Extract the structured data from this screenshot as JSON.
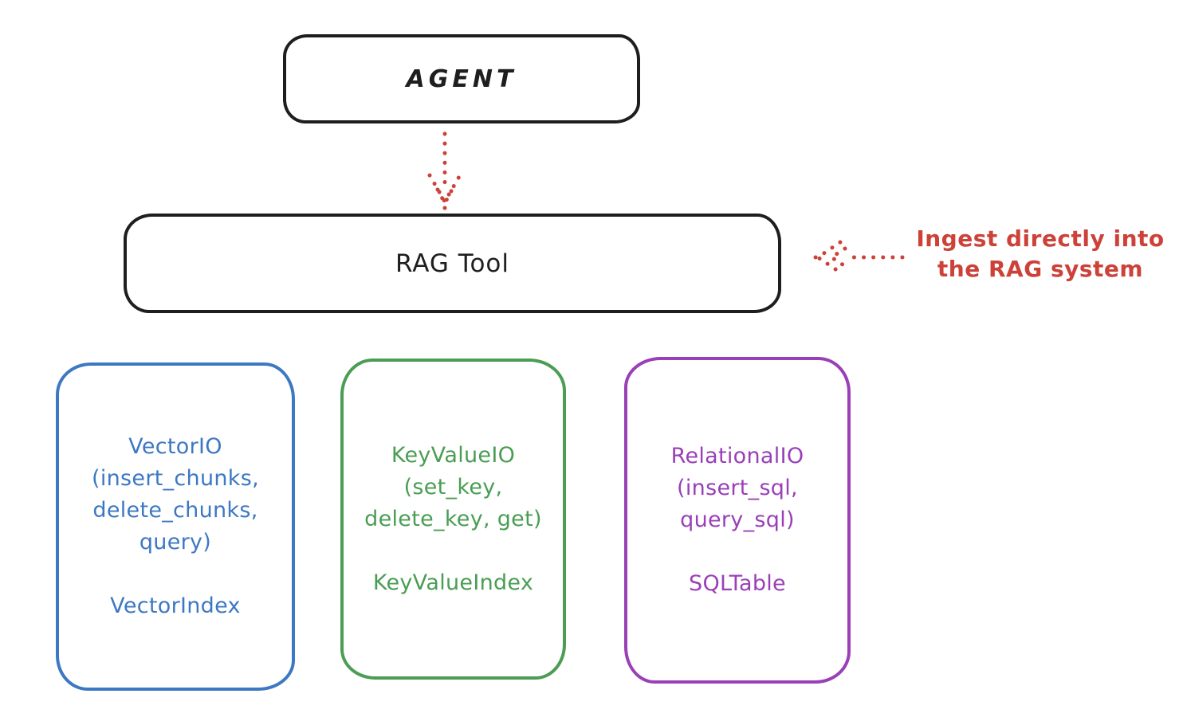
{
  "diagram": {
    "agent": {
      "label": "AGENT"
    },
    "rag_tool": {
      "label": "RAG Tool"
    },
    "annotation": {
      "lines": [
        "Ingest directly into",
        "the RAG system"
      ],
      "color": "#cc4239"
    },
    "arrows": [
      {
        "name": "agent-to-rag-tool",
        "style": "dotted",
        "direction": "down",
        "color": "#cc4239"
      },
      {
        "name": "annotation-to-rag-tool",
        "style": "dotted",
        "direction": "left",
        "color": "#cc4239"
      }
    ],
    "backends": [
      {
        "id": "vector-io",
        "color": "#3d78c2",
        "lines": [
          "VectorIO",
          "(insert_chunks,",
          "delete_chunks,",
          "query)"
        ],
        "index_label": "VectorIndex"
      },
      {
        "id": "keyvalue-io",
        "color": "#4a9d53",
        "lines": [
          "KeyValueIO",
          "(set_key,",
          "delete_key, get)"
        ],
        "index_label": "KeyValueIndex"
      },
      {
        "id": "relational-io",
        "color": "#9a3fb8",
        "lines": [
          "RelationalIO",
          "(insert_sql,",
          "query_sql)"
        ],
        "index_label": "SQLTable"
      }
    ],
    "colors": {
      "ink": "#1e1e1e",
      "red": "#cc4239",
      "blue": "#3d78c2",
      "green": "#4a9d53",
      "purple": "#9a3fb8",
      "background": "#ffffff"
    }
  }
}
